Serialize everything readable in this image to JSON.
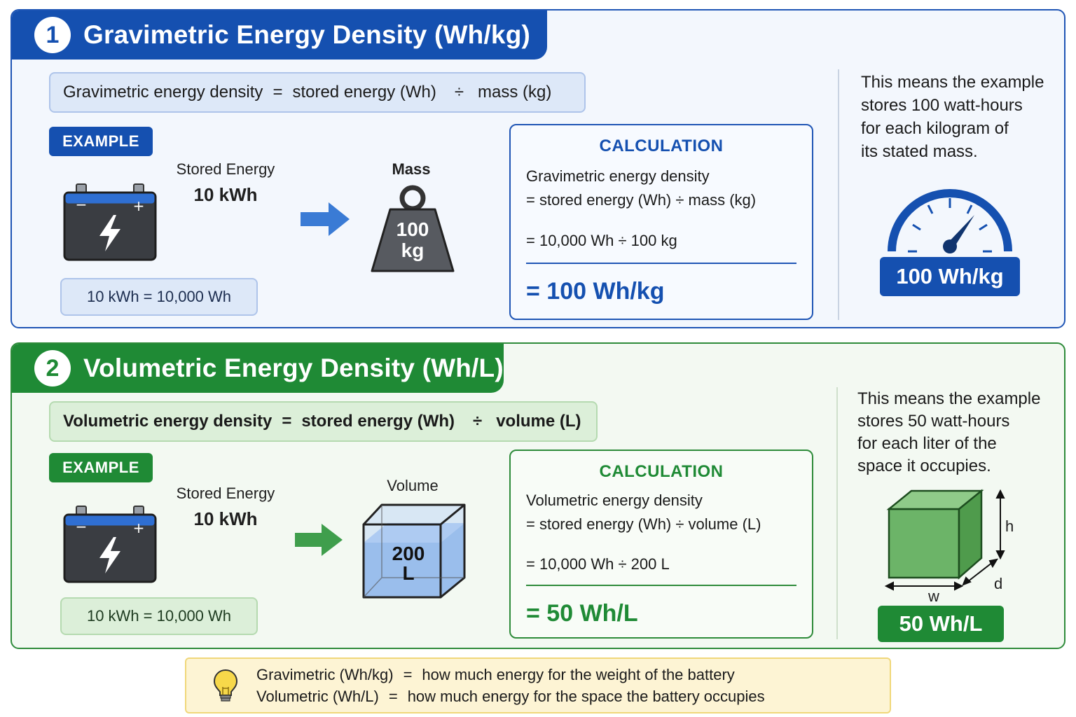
{
  "gravimetric": {
    "number": "1",
    "title": "Gravimetric Energy Density (Wh/kg)",
    "formula": {
      "lhs": "Gravimetric energy density",
      "eq": "=",
      "term1": "stored energy (Wh)",
      "op": "÷",
      "term2": "mass (kg)"
    },
    "example_label": "EXAMPLE",
    "stored_energy_label": "Stored Energy",
    "stored_energy_value": "10 kWh",
    "battery_minus": "−",
    "battery_plus": "+",
    "conversion": "10 kWh  =  10,000 Wh",
    "quantity_label": "Mass",
    "quantity_value_line1": "100",
    "quantity_value_line2": "kg",
    "calc": {
      "title": "CALCULATION",
      "line1": "Gravimetric energy density",
      "line2": "=  stored energy (Wh)  ÷  mass (kg)",
      "line3": "=  10,000 Wh  ÷  100 kg",
      "result": "= 100 Wh/kg"
    },
    "explanation": [
      "This means the example",
      "stores 100 watt-hours",
      "for each kilogram of",
      "its stated mass."
    ],
    "result_badge": "100 Wh/kg",
    "colors": {
      "primary": "#1550b0",
      "light": "#dde8f8"
    }
  },
  "volumetric": {
    "number": "2",
    "title": "Volumetric Energy Density (Wh/L)",
    "formula": {
      "lhs": "Volumetric energy density",
      "eq": "=",
      "term1": "stored energy (Wh)",
      "op": "÷",
      "term2": "volume (L)"
    },
    "example_label": "EXAMPLE",
    "stored_energy_label": "Stored Energy",
    "stored_energy_value": "10 kWh",
    "battery_minus": "−",
    "battery_plus": "+",
    "conversion": "10 kWh  =  10,000 Wh",
    "quantity_label": "Volume",
    "quantity_value_line1": "200",
    "quantity_value_line2": "L",
    "calc": {
      "title": "CALCULATION",
      "line1": "Volumetric energy density",
      "line2": "=  stored energy (Wh)  ÷  volume (L)",
      "line3": "=  10,000 Wh  ÷  200 L",
      "result": "= 50 Wh/L"
    },
    "explanation": [
      "This means the example",
      "stores 50 watt-hours",
      "for each liter of the",
      "space it occupies."
    ],
    "dimension_labels": {
      "h": "h",
      "w": "w",
      "d": "d"
    },
    "result_badge": "50 Wh/L",
    "colors": {
      "primary": "#1f8a35",
      "light": "#dcefd9"
    }
  },
  "note": {
    "icon": "lightbulb-icon",
    "line1_term": "Gravimetric (Wh/kg)",
    "line1_eq": "=",
    "line1_desc": "how much energy for the weight of the battery",
    "line2_term": "Volumetric (Wh/L)",
    "line2_eq": "=",
    "line2_desc": "how much energy for the space the battery occupies"
  }
}
